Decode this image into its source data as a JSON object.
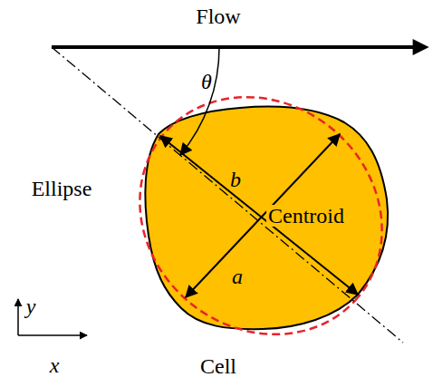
{
  "diagram": {
    "labels": [
      "Flow",
      "θ",
      "Ellipse",
      "b",
      "Centroid",
      "a",
      "y",
      "x",
      "Cell"
    ]
  }
}
